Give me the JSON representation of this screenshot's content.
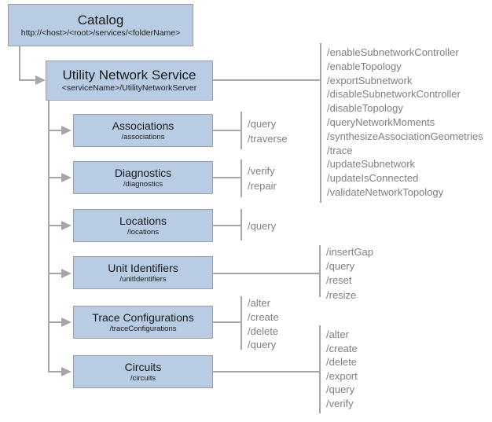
{
  "catalog": {
    "title": "Catalog",
    "subtitle": "http://<host>/<root>/services/<folderName>"
  },
  "service": {
    "title": "Utility Network Service",
    "subtitle": "<serviceName>/UtilityNetworkServer",
    "ops": [
      "/enableSubnetworkController",
      "/enableTopology",
      "/exportSubnetwork",
      "/disableSubnetworkController",
      "/disableTopology",
      "/queryNetworkMoments",
      "/synthesizeAssociationGeometries",
      "/trace",
      "/updateSubnetwork",
      "/updateIsConnected",
      "/validateNetworkTopology"
    ]
  },
  "children": [
    {
      "title": "Associations",
      "subtitle": "/associations",
      "ops": [
        "/query",
        "/traverse"
      ]
    },
    {
      "title": "Diagnostics",
      "subtitle": "/diagnostics",
      "ops": [
        "/verify",
        "/repair"
      ]
    },
    {
      "title": "Locations",
      "subtitle": "/locations",
      "ops": [
        "/query"
      ]
    },
    {
      "title": "Unit Identifiers",
      "subtitle": "/unitIdentifiers",
      "ops": [
        "/insertGap",
        "/query",
        "/reset",
        "/resize"
      ]
    },
    {
      "title": "Trace Configurations",
      "subtitle": "/traceConfigurations",
      "ops": [
        "/alter",
        "/create",
        "/delete",
        "/query"
      ]
    },
    {
      "title": "Circuits",
      "subtitle": "/circuits",
      "ops": [
        "/alter",
        "/create",
        "/delete",
        "/export",
        "/query",
        "/verify"
      ]
    }
  ],
  "colors": {
    "box_fill": "#b8cce4",
    "box_border": "#9d9da2",
    "connector_line": "#a6a6a6",
    "ops_text": "#7f7f7f",
    "title_text": "#1a1a1a"
  }
}
